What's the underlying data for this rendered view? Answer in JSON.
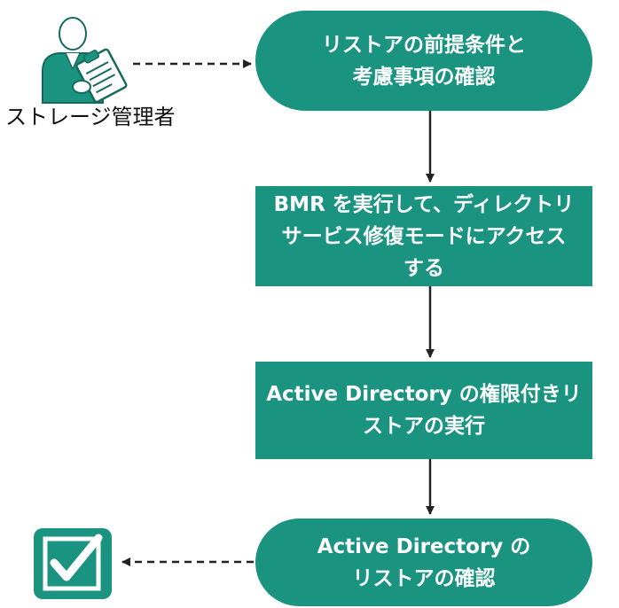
{
  "actor": {
    "label": "ストレージ管理者",
    "icon": "user-clipboard-icon"
  },
  "steps": [
    {
      "shape": "rounded",
      "text": "リストアの前提条件と\n考慮事項の確認"
    },
    {
      "shape": "rectangle",
      "text": "BMR を実行して、ディレクトリ\nサービス修復モードにアクセス\nする"
    },
    {
      "shape": "rectangle",
      "text": "Active Directory の権限付きリ\nストアの実行"
    },
    {
      "shape": "rounded",
      "text": "Active Directory の\nリストアの確認"
    }
  ],
  "end": {
    "icon": "checkbox-checked-icon"
  },
  "colors": {
    "node_fill": "#1a9480",
    "node_text": "#ffffff",
    "arrow": "#222222",
    "icon_dark": "#146b5c"
  }
}
